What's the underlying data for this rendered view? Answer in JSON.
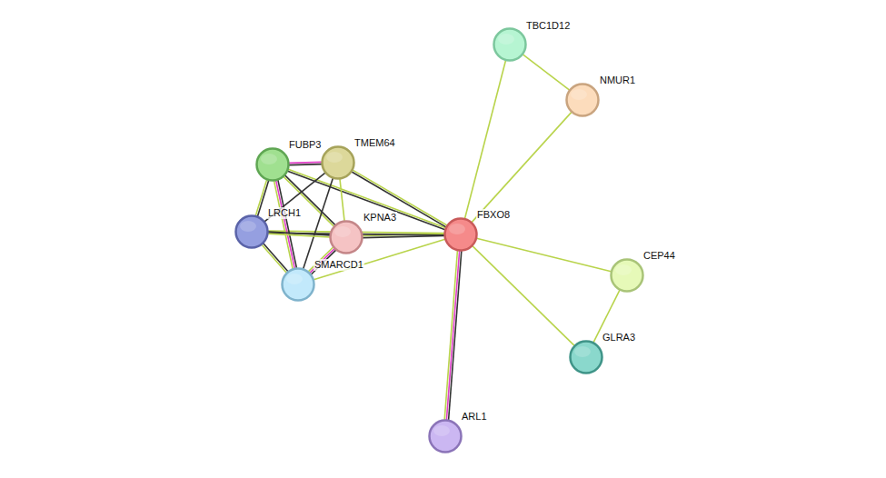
{
  "diagram": {
    "nodes": [
      {
        "text": [
          "TBC1D12"
        ]
      },
      {
        "text": [
          "NMUR1"
        ]
      },
      {
        "text": [
          "FUBP3"
        ]
      },
      {
        "text": [
          "TMEM64"
        ]
      },
      {
        "text": [
          "LRCH1"
        ]
      },
      {
        "text": [
          "KPNA3"
        ]
      },
      {
        "text": [
          "FBXO8"
        ]
      },
      {
        "text": [
          "SMARCD1"
        ]
      },
      {
        "text": [
          "CEP44"
        ]
      },
      {
        "text": [
          "GLRA3"
        ]
      },
      {
        "text": [
          "ARL1"
        ]
      }
    ],
    "edges": [
      {
        "from": 6,
        "to": 0,
        "arrow": "none"
      },
      {
        "from": 6,
        "to": 1,
        "arrow": "none"
      },
      {
        "from": 0,
        "to": 1,
        "arrow": "none"
      },
      {
        "from": 6,
        "to": 8,
        "arrow": "none"
      },
      {
        "from": 6,
        "to": 9,
        "arrow": "none"
      },
      {
        "from": 8,
        "to": 9,
        "arrow": "none"
      },
      {
        "from": 6,
        "to": 10,
        "arrow": "none"
      },
      {
        "from": 6,
        "to": 5,
        "arrow": "none"
      },
      {
        "from": 6,
        "to": 4,
        "arrow": "none"
      },
      {
        "from": 6,
        "to": 2,
        "arrow": "none"
      },
      {
        "from": 6,
        "to": 3,
        "arrow": "none"
      },
      {
        "from": 6,
        "to": 7,
        "arrow": "none"
      },
      {
        "from": 2,
        "to": 3,
        "arrow": "none"
      },
      {
        "from": 2,
        "to": 4,
        "arrow": "none"
      },
      {
        "from": 2,
        "to": 7,
        "arrow": "none"
      },
      {
        "from": 2,
        "to": 5,
        "arrow": "none"
      },
      {
        "from": 3,
        "to": 4,
        "arrow": "none"
      },
      {
        "from": 3,
        "to": 7,
        "arrow": "none"
      },
      {
        "from": 3,
        "to": 5,
        "arrow": "none"
      },
      {
        "from": 4,
        "to": 5,
        "arrow": "none"
      },
      {
        "from": 4,
        "to": 7,
        "arrow": "none"
      },
      {
        "from": 5,
        "to": 7,
        "arrow": "none"
      }
    ]
  }
}
